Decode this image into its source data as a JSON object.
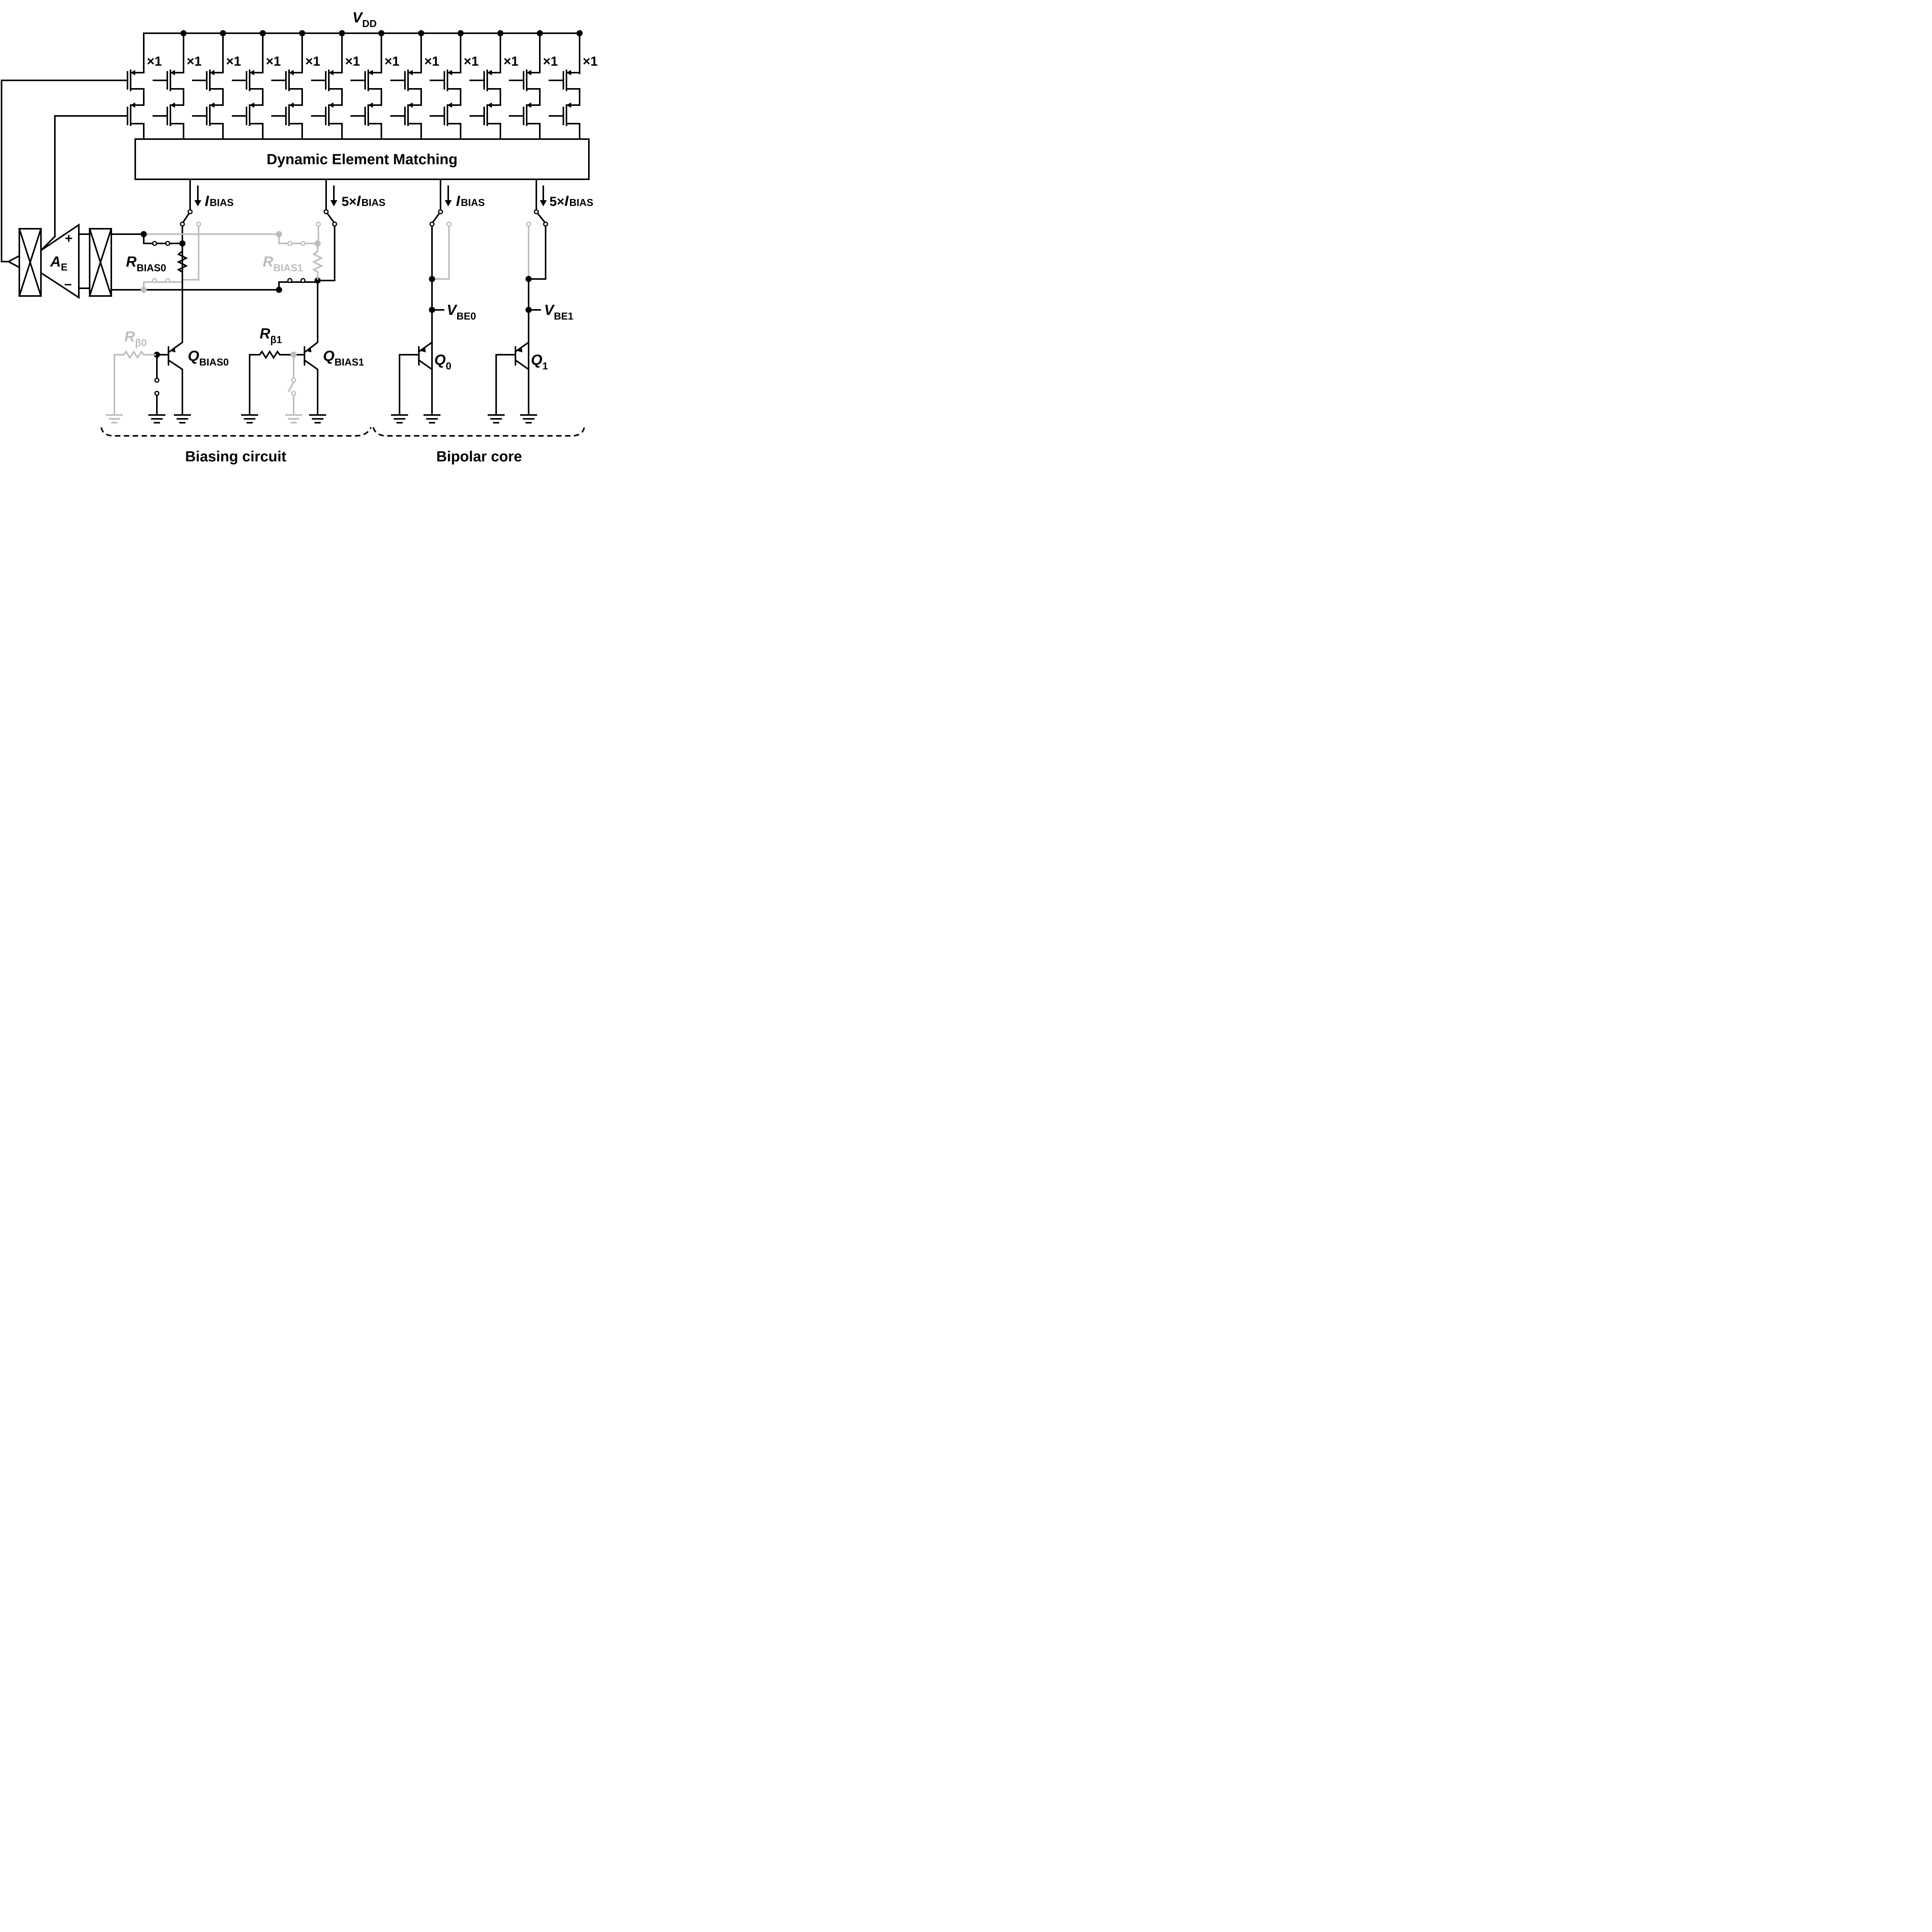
{
  "supply": {
    "name": "V",
    "sub": "DD"
  },
  "pmos_array": {
    "count": 12,
    "multiplier": "×1"
  },
  "dem_block": {
    "label": "Dynamic Element Matching"
  },
  "currents": [
    {
      "prefix": "",
      "name": "I",
      "sub": "BIAS"
    },
    {
      "prefix": "5×",
      "name": "I",
      "sub": "BIAS"
    },
    {
      "prefix": "",
      "name": "I",
      "sub": "BIAS"
    },
    {
      "prefix": "5×",
      "name": "I",
      "sub": "BIAS"
    }
  ],
  "amplifier": {
    "name": "A",
    "sub": "E",
    "plus": "+",
    "minus": "−"
  },
  "resistors": {
    "rbias0": {
      "name": "R",
      "sub": "BIAS0"
    },
    "rbias1": {
      "name": "R",
      "sub": "BIAS1"
    },
    "rbeta0": {
      "name": "R",
      "sub": "β0"
    },
    "rbeta1": {
      "name": "R",
      "sub": "β1"
    }
  },
  "transistors": {
    "qbias0": {
      "name": "Q",
      "sub": "BIAS0"
    },
    "qbias1": {
      "name": "Q",
      "sub": "BIAS1"
    },
    "q0": {
      "name": "Q",
      "sub": "0"
    },
    "q1": {
      "name": "Q",
      "sub": "1"
    }
  },
  "nodes": {
    "vbe0": {
      "name": "V",
      "sub": "BE0"
    },
    "vbe1": {
      "name": "V",
      "sub": "BE1"
    }
  },
  "sections": {
    "biasing": "Biasing circuit",
    "bipolar": "Bipolar core"
  },
  "colors": {
    "active": "#000000",
    "inactive": "#bdbdbd"
  }
}
